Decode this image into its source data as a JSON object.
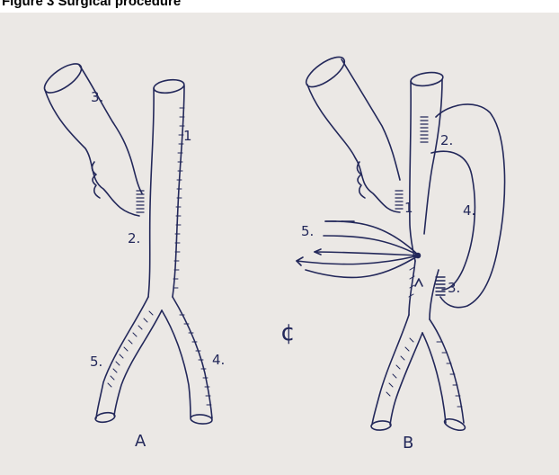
{
  "header": {
    "caption": "Figure 3 Surgical procedure"
  },
  "diagram": {
    "panel_a": {
      "panel_label": "A",
      "labels": [
        "3.",
        "1",
        "2.",
        "5.",
        "4."
      ]
    },
    "panel_b": {
      "panel_label": "B",
      "labels": [
        "2.",
        "1",
        "4.",
        "5.",
        "3."
      ]
    },
    "center_mark": "¢",
    "ink_color": "#23285a",
    "paper_color": "#ebe8e5"
  }
}
